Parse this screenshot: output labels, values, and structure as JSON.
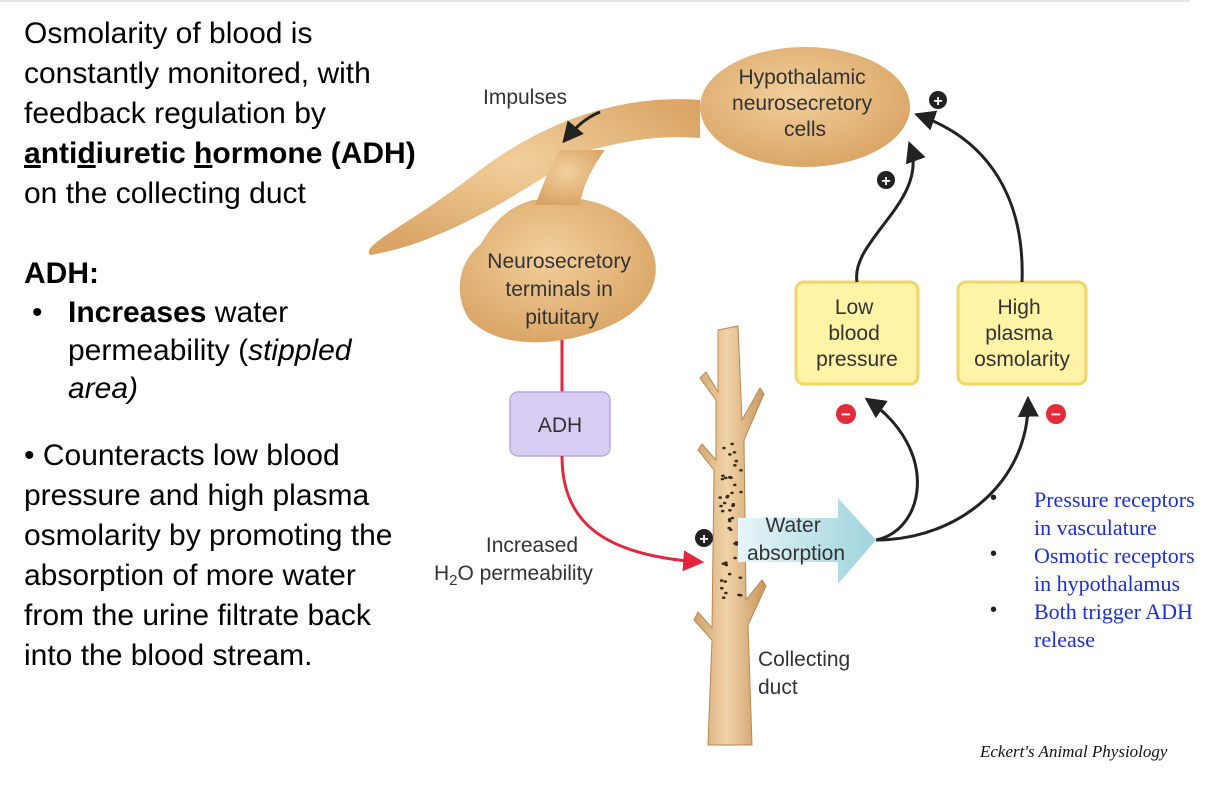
{
  "left_text": {
    "intro_1": "Osmolarity of blood is constantly monitored, with feedback regulation by ",
    "adh_full_a": "a",
    "adh_full_b": "nti",
    "adh_full_c": "d",
    "adh_full_d": "iuretic ",
    "adh_full_e": "h",
    "adh_full_f": "ormone",
    "adh_abbrev": "(ADH)",
    "intro_2": " on the collecting duct",
    "adh_heading": "ADH:",
    "bullet1_bold": "Increases",
    "bullet1_rest": " water permeability (",
    "bullet1_italic": "stippled area)",
    "bullet2": "• Counteracts low blood pressure and high plasma osmolarity by promoting the absorption of more water from the urine filtrate back into the blood stream."
  },
  "diagram": {
    "impulses": "Impulses",
    "hypothalamic": [
      "Hypothalamic",
      "neurosecretory",
      "cells"
    ],
    "terminals": [
      "Neurosecretory",
      "terminals in",
      "pituitary"
    ],
    "adh_box": "ADH",
    "increased": [
      "Increased",
      "H",
      "2",
      "O permeability"
    ],
    "water_absorption": [
      "Water",
      "absorption"
    ],
    "low_bp": [
      "Low",
      "blood",
      "pressure"
    ],
    "high_osm": [
      "High",
      "plasma",
      "osmolarity"
    ],
    "collecting_duct": [
      "Collecting",
      "duct"
    ],
    "plus_sign": "+",
    "minus_sign": "−"
  },
  "right_list": [
    "Pressure receptors in vasculature",
    "Osmotic receptors in hypothalamus",
    "Both trigger ADH release"
  ],
  "credit": "Eckert's Animal Physiology",
  "colors": {
    "neuron_fill": "#e6ba84",
    "box_yellow": "#fff3a6",
    "box_yellow_edge": "#f1d568",
    "adh_box": "#d9ccf2",
    "arrow_red": "#e3263d",
    "water_arrow": "#bfe4ea",
    "duct": "#e4bf91",
    "minus_red": "#e42b3b",
    "bullet_blue": "#1b2fd6"
  }
}
